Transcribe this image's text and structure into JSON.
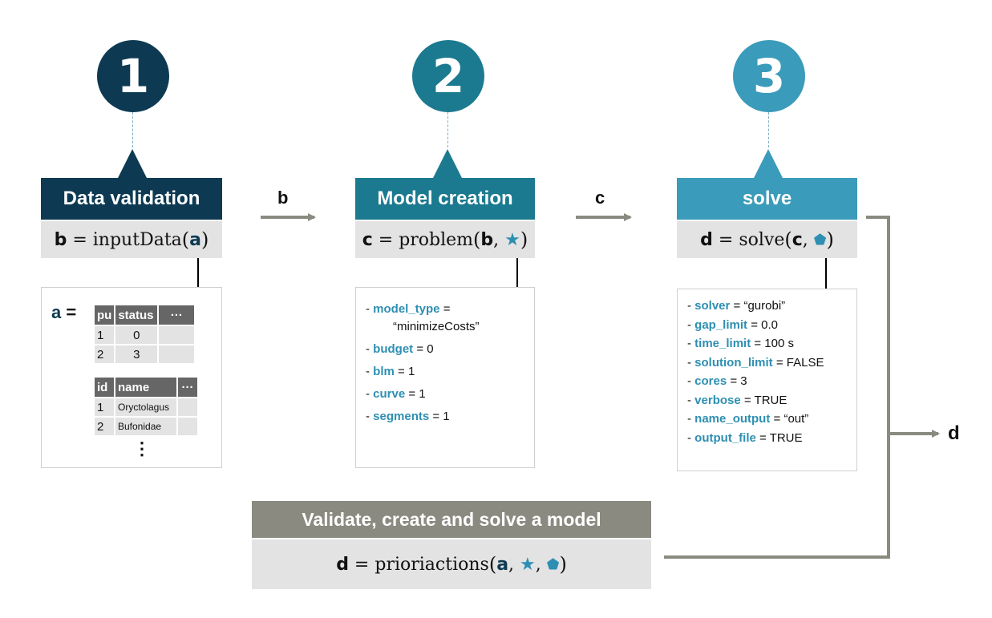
{
  "colors": {
    "step1": "#0d3a52",
    "step2": "#1b7a8f",
    "step3": "#3a9bbb",
    "param_name": "#2e8fb2",
    "connector": "#8a8a80",
    "formula_bg": "#e3e3e3",
    "summary_header": "#8a8a80"
  },
  "icons": {
    "star": "star-icon",
    "pentagon": "pentagon-icon"
  },
  "steps": [
    {
      "number": "1",
      "title": "Data validation",
      "formula": {
        "out": "b",
        "fn": "inputData",
        "args": [
          "a"
        ]
      }
    },
    {
      "number": "2",
      "title": "Model creation",
      "formula": {
        "out": "c",
        "fn": "problem",
        "args": [
          "b",
          "★"
        ]
      }
    },
    {
      "number": "3",
      "title": "solve",
      "formula": {
        "out": "d",
        "fn": "solve",
        "args": [
          "c",
          "⬟"
        ]
      }
    }
  ],
  "flow_labels": {
    "b": "b",
    "c": "c",
    "d": "d"
  },
  "input_data": {
    "label": "a",
    "equals": "=",
    "table1": {
      "headers": [
        "pu",
        "status",
        "···"
      ],
      "rows": [
        [
          "1",
          "0",
          ""
        ],
        [
          "2",
          "3",
          ""
        ]
      ]
    },
    "table2": {
      "headers": [
        "id",
        "name",
        "···"
      ],
      "rows": [
        [
          "1",
          "Oryctolagus",
          ""
        ],
        [
          "2",
          "Bufonidae",
          ""
        ]
      ]
    },
    "more": "⋮"
  },
  "model_params": [
    {
      "name": "model_type",
      "value": "= \n“minimizeCosts”"
    },
    {
      "name": "budget",
      "value": "= 0"
    },
    {
      "name": "blm",
      "value": "= 1"
    },
    {
      "name": "curve",
      "value": "= 1"
    },
    {
      "name": "segments",
      "value": "= 1"
    }
  ],
  "solve_params": [
    {
      "name": "solver",
      "value": "= “gurobi”"
    },
    {
      "name": "gap_limit",
      "value": "= 0.0"
    },
    {
      "name": "time_limit",
      "value": "= 100 s"
    },
    {
      "name": "solution_limit",
      "value": "= FALSE"
    },
    {
      "name": "cores",
      "value": "= 3"
    },
    {
      "name": "verbose",
      "value": "= TRUE"
    },
    {
      "name": "name_output",
      "value": "= “out”"
    },
    {
      "name": "output_file",
      "value": "= TRUE"
    }
  ],
  "summary": {
    "title": "Validate, create and solve a model",
    "formula": {
      "out": "d",
      "fn": "prioriactions",
      "args": [
        "a",
        "★",
        "⬟"
      ]
    }
  }
}
